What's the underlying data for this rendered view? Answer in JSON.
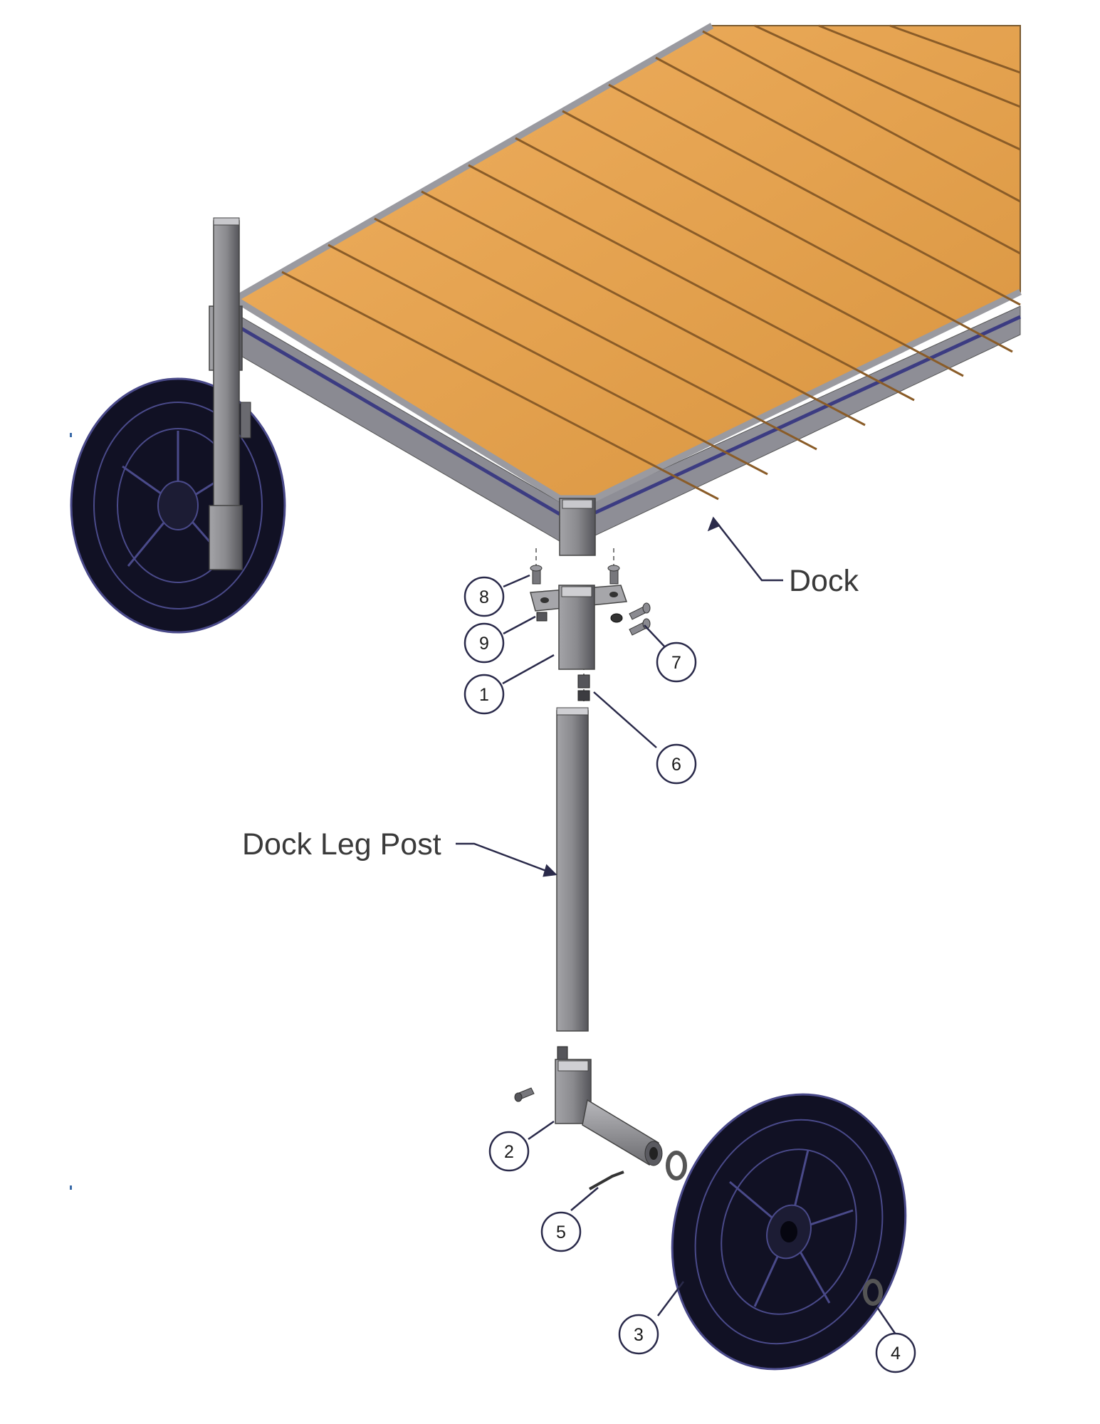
{
  "labels": {
    "dock": "Dock",
    "dock_leg_post": "Dock Leg Post"
  },
  "callouts": {
    "c1": "1",
    "c2": "2",
    "c3": "3",
    "c4": "4",
    "c5": "5",
    "c6": "6",
    "c7": "7",
    "c8": "8",
    "c9": "9"
  },
  "colors": {
    "wood": "#e6a456",
    "wood_dark": "#b47a3a",
    "metal": "#8c8c8e",
    "metal_dark": "#55555a",
    "tire": "#111124",
    "tire_line": "#4a4a8a",
    "frame_accent": "#3c3c82"
  }
}
